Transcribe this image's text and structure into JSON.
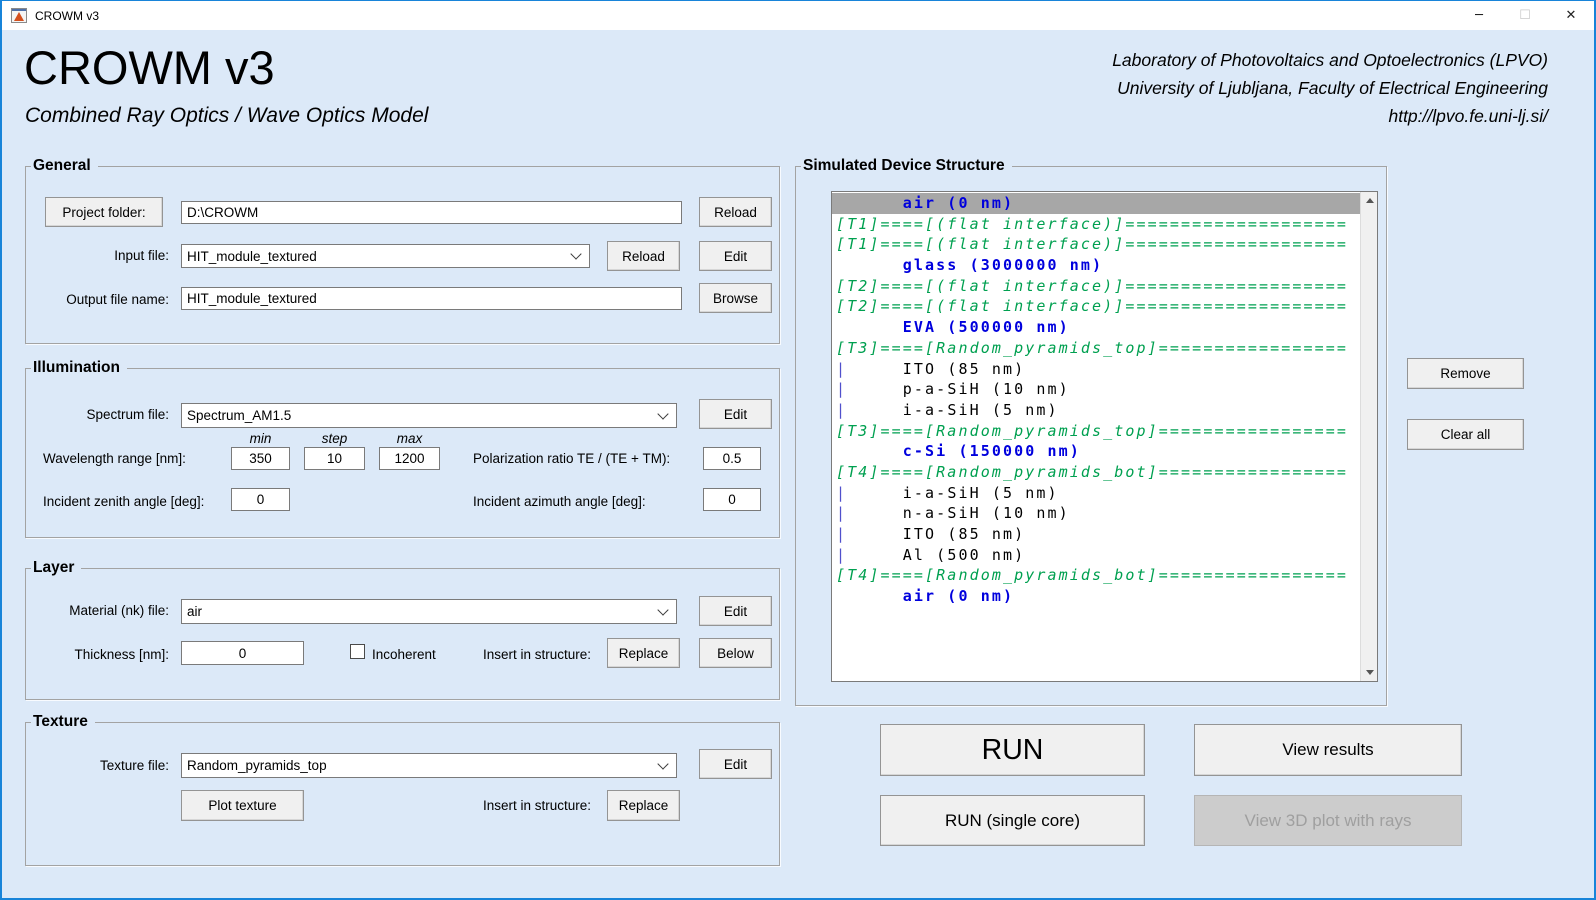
{
  "window": {
    "title": "CROWM v3",
    "minimize_icon": "─",
    "maximize_icon": "☐",
    "close_icon": "✕"
  },
  "header": {
    "title": "CROWM v3",
    "subtitle": "Combined Ray Optics / Wave Optics Model",
    "org_line1": "Laboratory of Photovoltaics and Optoelectronics (LPVO)",
    "org_line2": "University of Ljubljana, Faculty of Electrical Engineering",
    "org_line3": "http://lpvo.fe.uni-lj.si/"
  },
  "general": {
    "title": "General",
    "project_folder_button": "Project folder:",
    "project_folder_value": "D:\\CROWM",
    "reload_top": "Reload",
    "input_file_label": "Input file:",
    "input_file_value": "HIT_module_textured",
    "reload_input": "Reload",
    "edit": "Edit",
    "output_label": "Output file name:",
    "output_value": "HIT_module_textured",
    "browse": "Browse"
  },
  "illumination": {
    "title": "Illumination",
    "spectrum_label": "Spectrum file:",
    "spectrum_value": "Spectrum_AM1.5",
    "edit": "Edit",
    "min_label": "min",
    "step_label": "step",
    "max_label": "max",
    "wavelength_label": "Wavelength range [nm]:",
    "wl_min": "350",
    "wl_step": "10",
    "wl_max": "1200",
    "polarization_label": "Polarization ratio TE / (TE + TM):",
    "polarization_value": "0.5",
    "zenith_label": "Incident zenith angle [deg]:",
    "zenith_value": "0",
    "azimuth_label": "Incident azimuth angle [deg]:",
    "azimuth_value": "0"
  },
  "layer": {
    "title": "Layer",
    "material_label": "Material (nk) file:",
    "material_value": "air",
    "edit": "Edit",
    "thickness_label": "Thickness [nm]:",
    "thickness_value": "0",
    "incoherent_label": "Incoherent",
    "incoherent_checked": false,
    "insert_label": "Insert in structure:",
    "replace": "Replace",
    "below": "Below"
  },
  "texture": {
    "title": "Texture",
    "texture_label": "Texture file:",
    "texture_value": "Random_pyramids_top",
    "edit": "Edit",
    "plot_texture": "Plot texture",
    "insert_label": "Insert in structure:",
    "replace": "Replace"
  },
  "structure": {
    "title": "Simulated Device Structure",
    "remove": "Remove",
    "clear_all": "Clear all",
    "lines": [
      {
        "text": "      air (0 nm)",
        "type": "thick",
        "selected": true
      },
      {
        "text": "[T1]====[(flat interface)]====================",
        "type": "interface"
      },
      {
        "text": "[T1]====[(flat interface)]====================",
        "type": "interface"
      },
      {
        "text": "      glass (3000000 nm)",
        "type": "thick"
      },
      {
        "text": "[T2]====[(flat interface)]====================",
        "type": "interface"
      },
      {
        "text": "[T2]====[(flat interface)]====================",
        "type": "interface"
      },
      {
        "text": "      EVA (500000 nm)",
        "type": "thick"
      },
      {
        "text": "[T3]====[Random_pyramids_top]=================",
        "type": "interface"
      },
      {
        "text": "|     ITO (85 nm)",
        "type": "coherent"
      },
      {
        "text": "|     p-a-SiH (10 nm)",
        "type": "coherent"
      },
      {
        "text": "|     i-a-SiH (5 nm)",
        "type": "coherent"
      },
      {
        "text": "[T3]====[Random_pyramids_top]=================",
        "type": "interface"
      },
      {
        "text": "      c-Si (150000 nm)",
        "type": "thick"
      },
      {
        "text": "[T4]====[Random_pyramids_bot]=================",
        "type": "interface"
      },
      {
        "text": "|     i-a-SiH (5 nm)",
        "type": "coherent"
      },
      {
        "text": "|     n-a-SiH (10 nm)",
        "type": "coherent"
      },
      {
        "text": "|     ITO (85 nm)",
        "type": "coherent"
      },
      {
        "text": "|     Al (500 nm)",
        "type": "coherent"
      },
      {
        "text": "[T4]====[Random_pyramids_bot]=================",
        "type": "interface"
      },
      {
        "text": "      air (0 nm)",
        "type": "thick"
      }
    ]
  },
  "actions": {
    "run": "RUN",
    "run_single": "RUN (single core)",
    "view_results": "View results",
    "view_3d": "View 3D plot with rays"
  },
  "colors": {
    "background": "#dce9f8",
    "window_border": "#1884d9",
    "layer_blue": "#0000dd",
    "interface_green": "#00a050",
    "pipe_blue": "#5050cc",
    "selection_gray": "#a7a7a7"
  }
}
